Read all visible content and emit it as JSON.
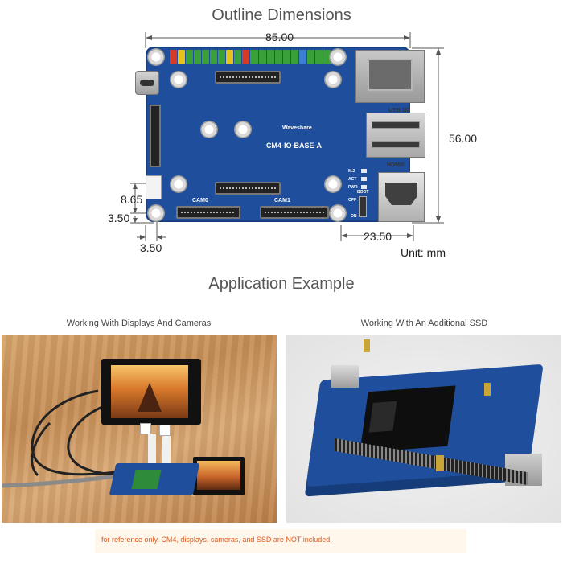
{
  "outline": {
    "title": "Outline Dimensions",
    "dim_width": "85.00",
    "dim_height": "56.00",
    "dim_left_1": "8.65",
    "dim_left_2": "3.50",
    "dim_bottom_left": "3.50",
    "dim_hdmi": "23.50",
    "unit": "Unit: mm"
  },
  "board": {
    "brand": "Waveshare",
    "model": "CM4-IO-BASE-A",
    "cam0": "CAM0",
    "cam1": "CAM1",
    "usb": "USB 1/2",
    "hdmi": "HDMI0",
    "led_m2": "M.2",
    "led_act": "ACT",
    "led_pwr": "PWR",
    "boot": "BOOT",
    "sw_off": "OFF",
    "sw_on": "ON"
  },
  "application": {
    "title": "Application Example",
    "left_caption": "Working With Displays And Cameras",
    "right_caption": "Working With An Additional SSD"
  },
  "note": "for reference only, CM4, displays, cameras, and SSD are NOT included.",
  "colors": {
    "pcb": "#1f4f9c",
    "accent_note": "#e05a1a"
  }
}
